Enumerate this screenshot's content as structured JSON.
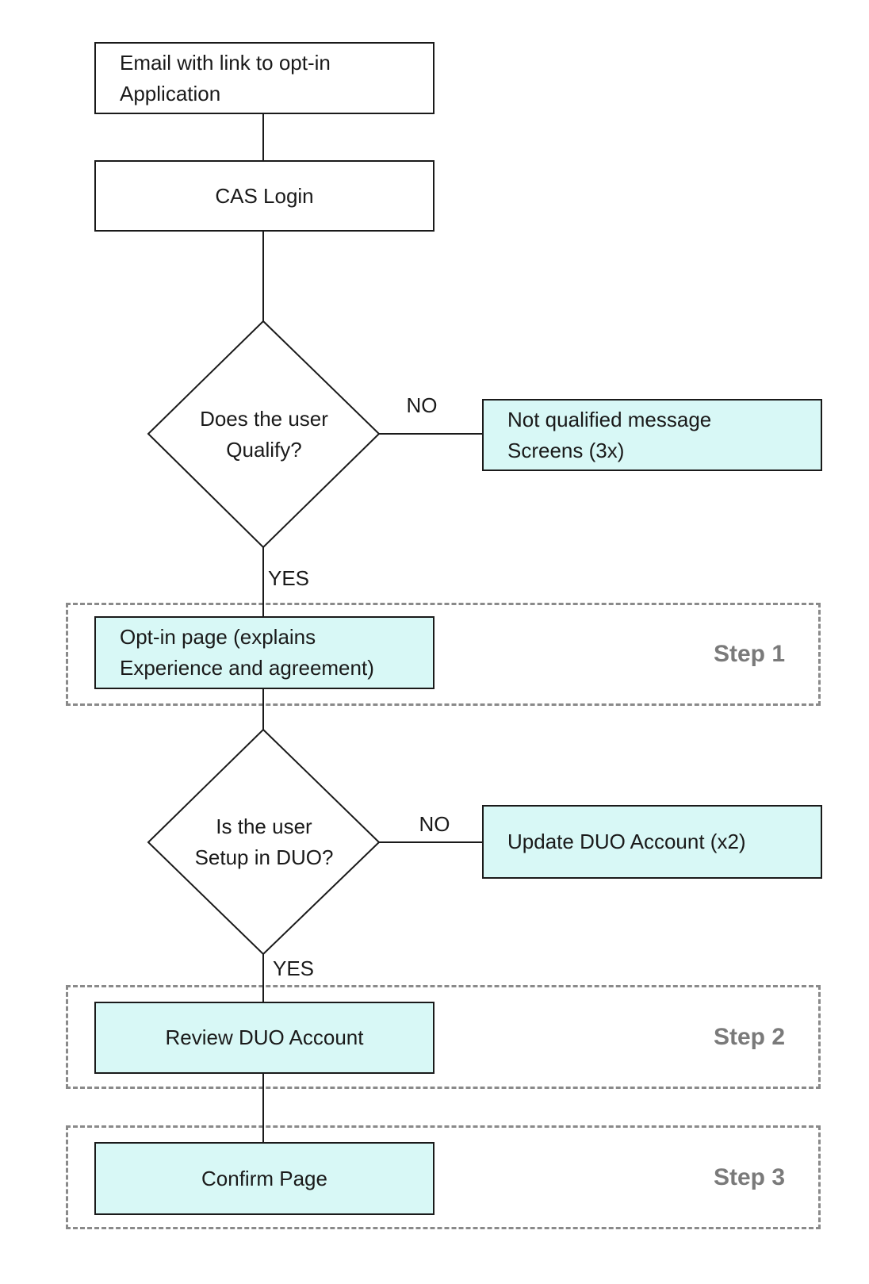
{
  "colors": {
    "node_fill_highlight": "#D8F8F6",
    "node_fill_plain": "#FFFFFF",
    "node_border": "#1A1A1A",
    "connector": "#1A1A1A",
    "step_label_text": "#7A7A7A",
    "step_dashed_border": "#8A8A8A"
  },
  "nodes": [
    {
      "id": "email",
      "type": "process",
      "label": "Email with link to opt-in\nApplication"
    },
    {
      "id": "cas-login",
      "type": "process",
      "label": "CAS Login"
    },
    {
      "id": "qualify-decision",
      "type": "decision",
      "label": "Does the user\nQualify?"
    },
    {
      "id": "not-qualified",
      "type": "process-highlight",
      "label": "Not qualified message\nScreens (3x)"
    },
    {
      "id": "opt-in-page",
      "type": "process-highlight",
      "label": "Opt-in page (explains\nExperience and agreement)"
    },
    {
      "id": "duo-decision",
      "type": "decision",
      "label": "Is the user\nSetup in DUO?"
    },
    {
      "id": "update-duo",
      "type": "process-highlight",
      "label": "Update DUO Account (x2)"
    },
    {
      "id": "review-duo",
      "type": "process-highlight",
      "label": "Review DUO Account"
    },
    {
      "id": "confirm-page",
      "type": "process-highlight",
      "label": "Confirm Page"
    }
  ],
  "edge_labels": {
    "qualify_no": "NO",
    "qualify_yes": "YES",
    "duo_no": "NO",
    "duo_yes": "YES"
  },
  "steps": [
    {
      "label": "Step 1"
    },
    {
      "label": "Step 2"
    },
    {
      "label": "Step 3"
    }
  ]
}
